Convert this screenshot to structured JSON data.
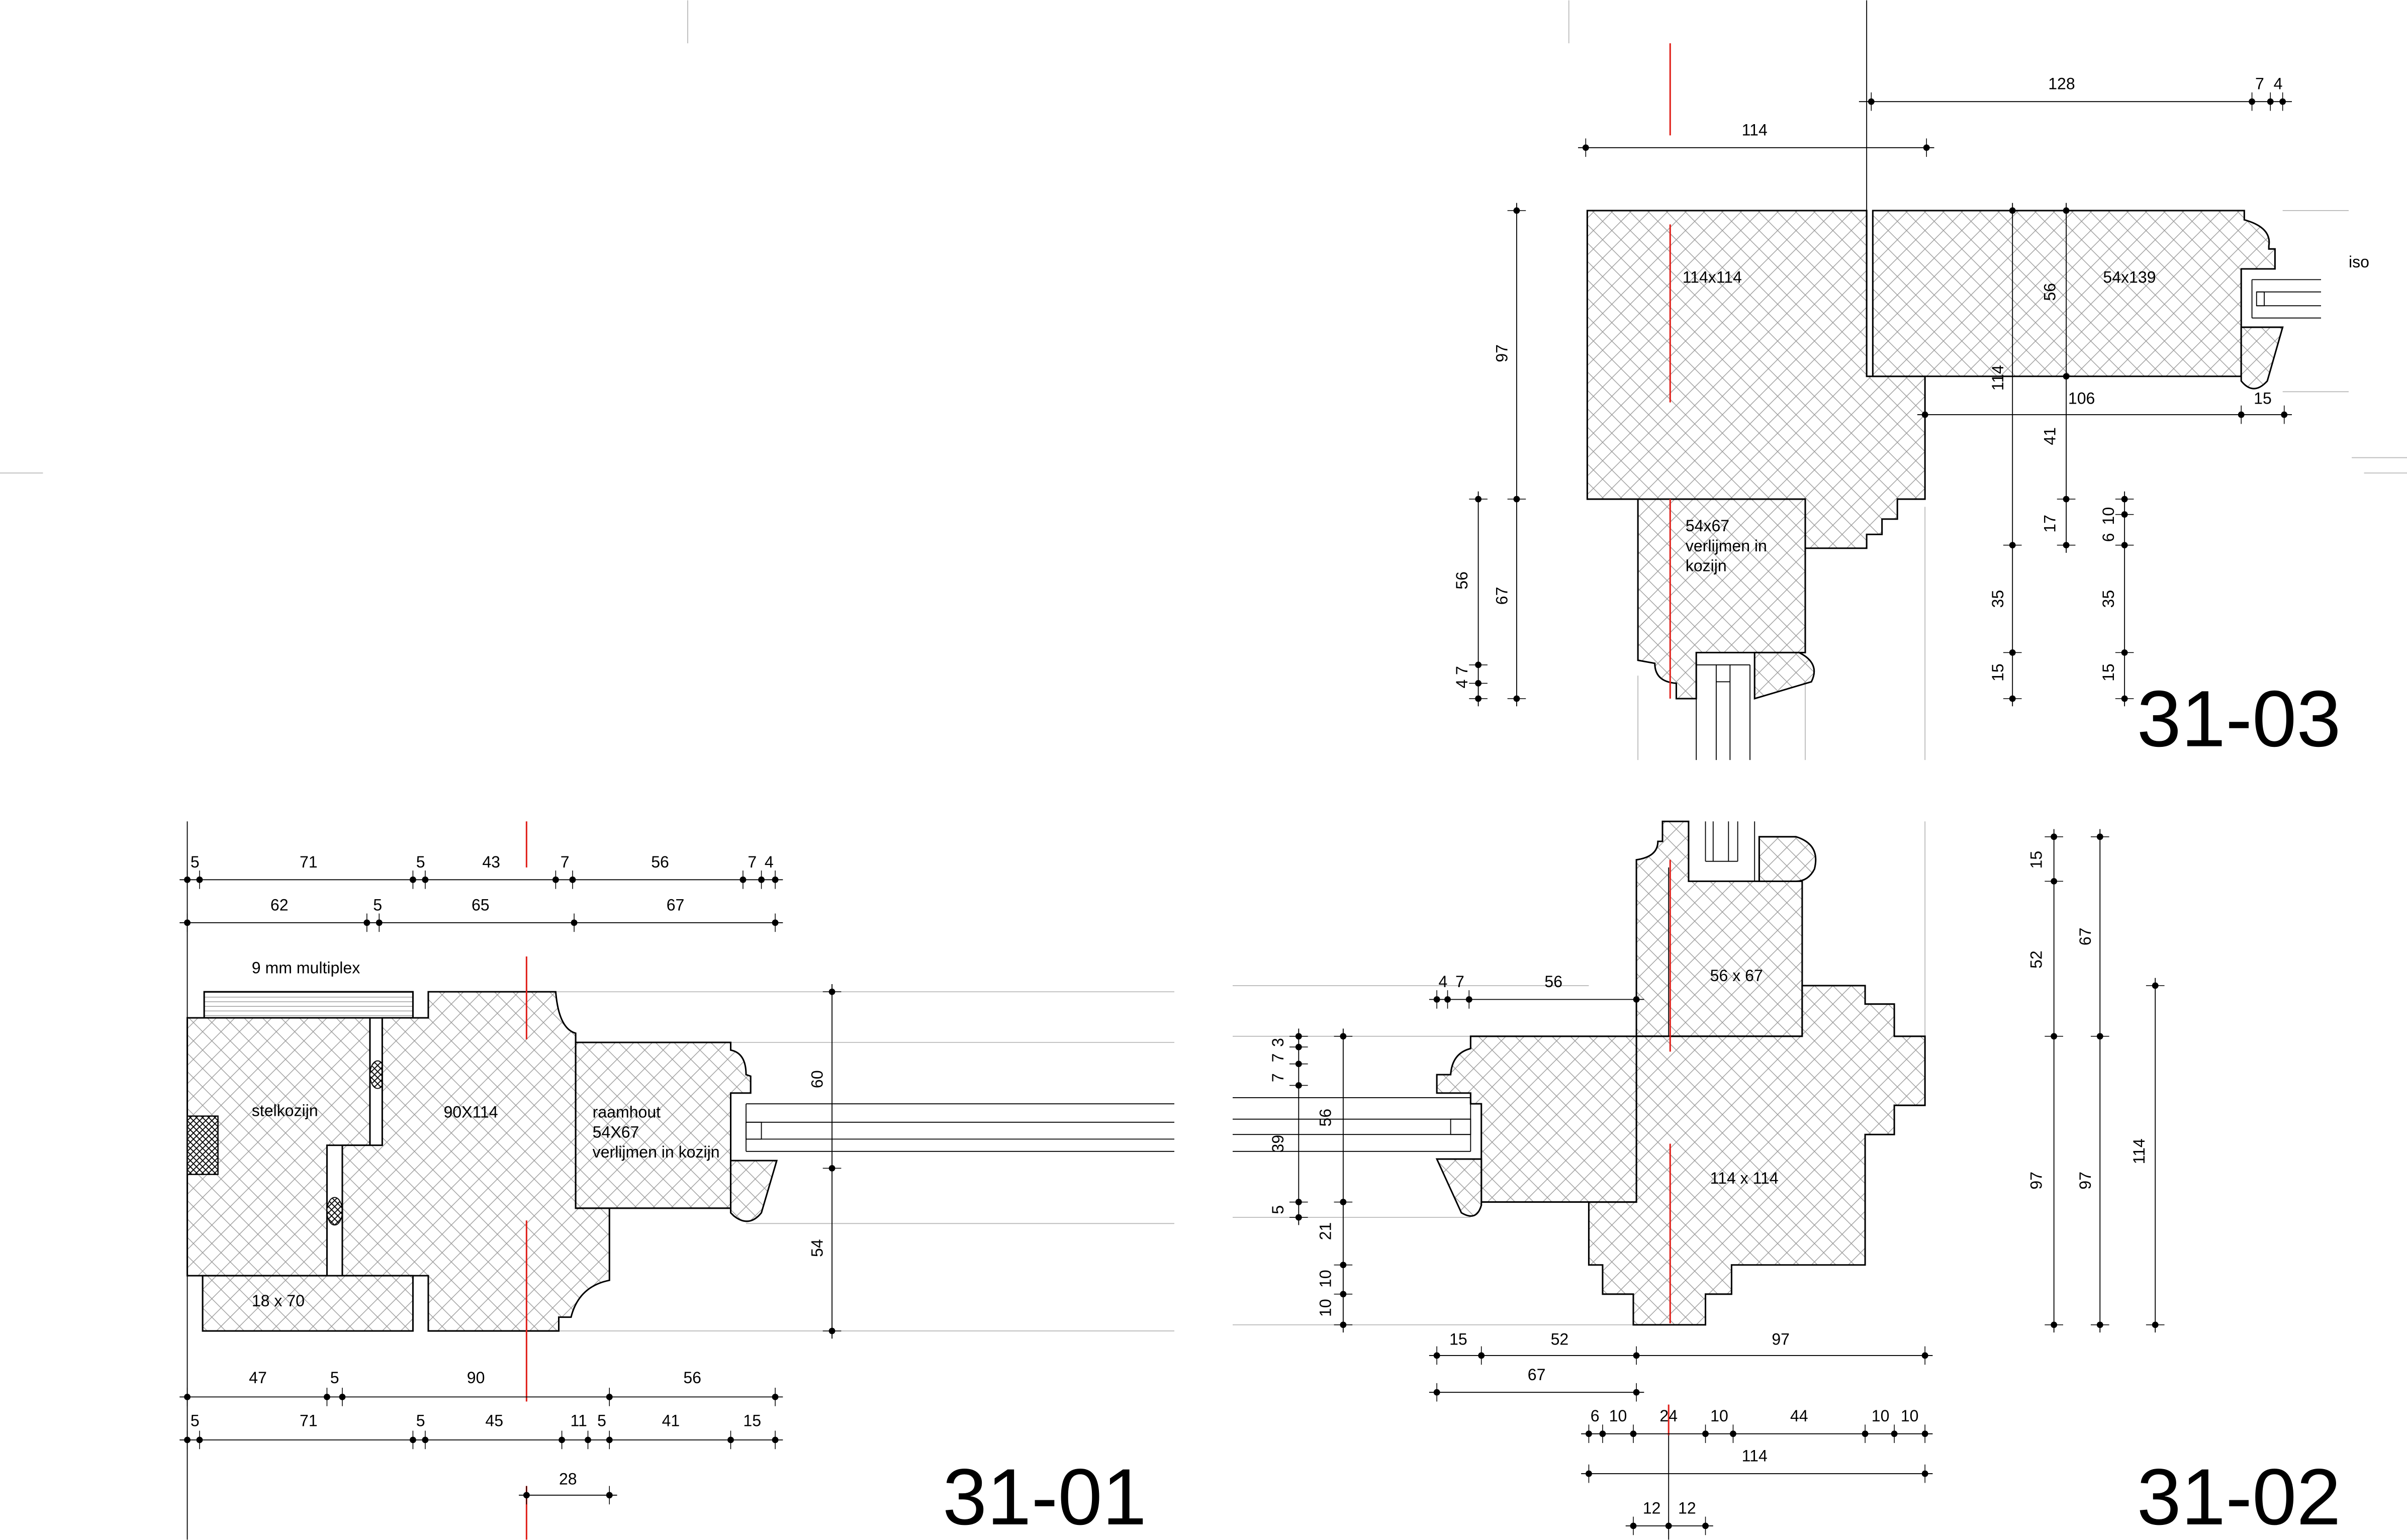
{
  "detail_31_01": {
    "title": "31-01",
    "labels": {
      "multiplex": "9 mm multiplex",
      "stelkozijn": "stelkozijn",
      "frame": "90X114",
      "sash": [
        "raamhout",
        "54X67",
        "verlijmen in kozijn"
      ],
      "board": "18 x 70"
    },
    "dims_top1": [
      "5",
      "71",
      "5",
      "43",
      "7",
      "56",
      "7",
      "4"
    ],
    "dims_top2": [
      "62",
      "5",
      "65",
      "67"
    ],
    "dims_right": [
      "60",
      "54"
    ],
    "dims_bottom1": [
      "47",
      "5",
      "90",
      "56"
    ],
    "dims_bottom2": [
      "5",
      "71",
      "5",
      "45",
      "11",
      "5",
      "41",
      "15"
    ],
    "dims_bottom3": [
      "28"
    ]
  },
  "detail_31_02": {
    "title": "31-02",
    "labels": {
      "upper": "56 x 67",
      "main": "114 x 114"
    },
    "dims_top": [
      "4",
      "7",
      "56"
    ],
    "dims_left_outer": [
      "7",
      "7",
      "3",
      "39",
      "5"
    ],
    "dims_left_inner": [
      "56",
      "21",
      "10",
      "10"
    ],
    "dims_bottom1": [
      "15",
      "52",
      "97"
    ],
    "dims_bottom2": [
      "67"
    ],
    "dims_bottom3": [
      "6",
      "10",
      "24",
      "10",
      "44",
      "10",
      "10"
    ],
    "dims_bottom4": [
      "114"
    ],
    "dims_bottom5": [
      "12",
      "12"
    ],
    "dims_right1": [
      "15",
      "52",
      "97"
    ],
    "dims_right2": [
      "67",
      "97"
    ],
    "dims_right3": [
      "114"
    ]
  },
  "detail_31_03": {
    "title": "31-03",
    "labels": {
      "main": "114x114",
      "side": "54x139",
      "sash": [
        "54x67",
        "verlijmen in",
        "kozijn"
      ],
      "clipped": "iso"
    },
    "dims_top1": [
      "128",
      "7",
      "4"
    ],
    "dims_top2": [
      "114"
    ],
    "dims_left1": [
      "97",
      "67"
    ],
    "dims_left2": [
      "56",
      "4 7"
    ],
    "dims_inner": [
      "56",
      "114",
      "106",
      "15",
      "41",
      "17"
    ],
    "dims_col1": [
      "35",
      "15"
    ],
    "dims_col2": [
      "10",
      "6",
      "35",
      "15"
    ]
  }
}
